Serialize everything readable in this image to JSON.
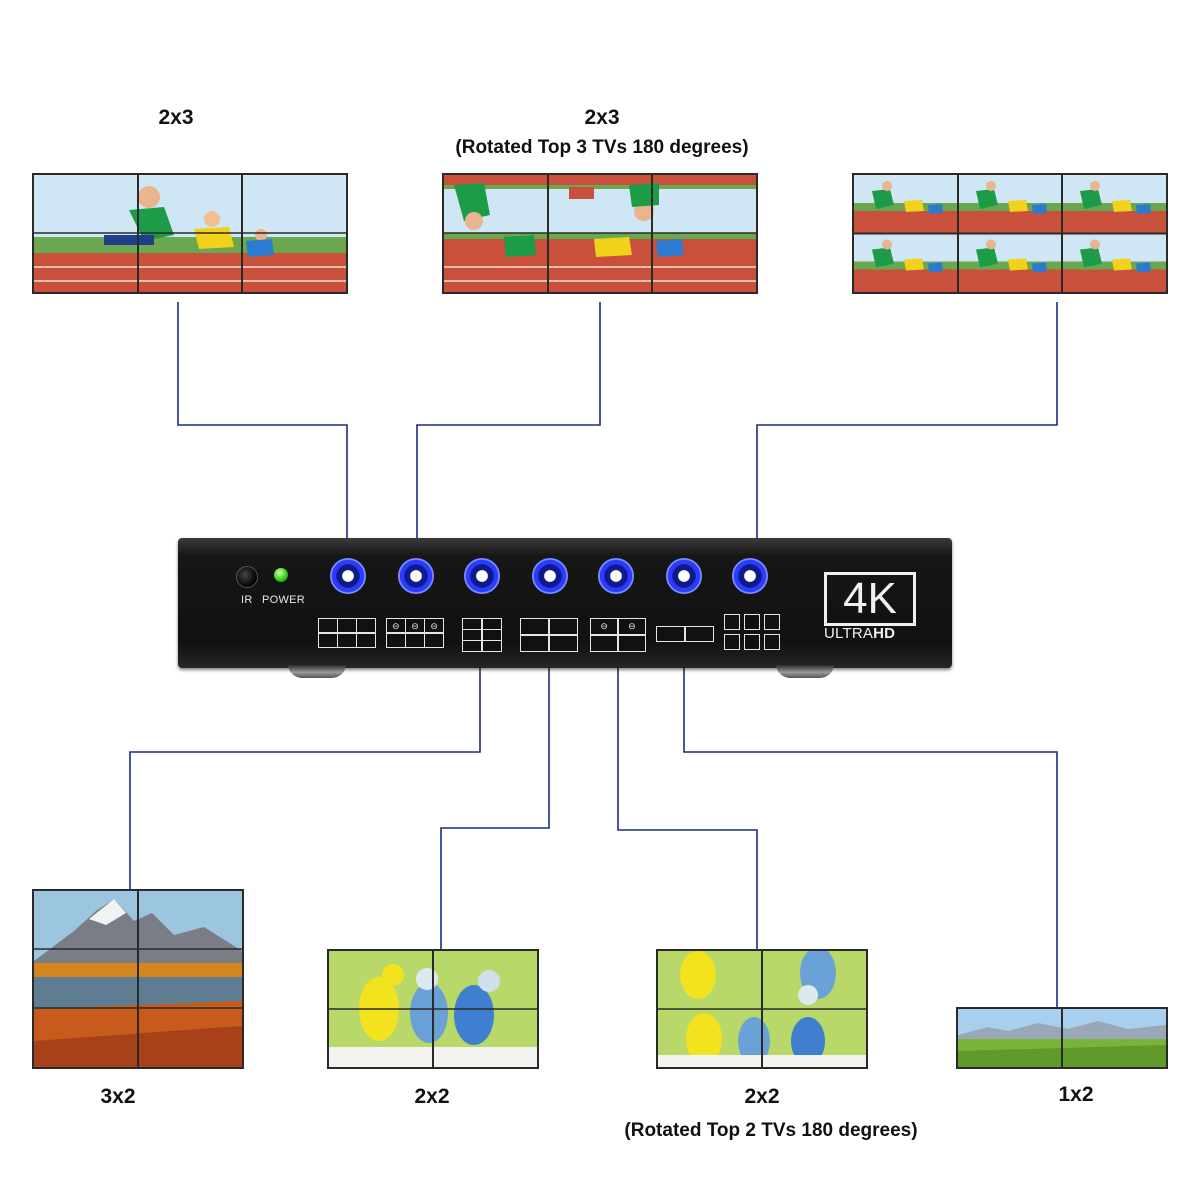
{
  "wall_layouts_top": [
    {
      "title": "2x3",
      "subtitle": ""
    },
    {
      "title": "2x3",
      "subtitle": "(Rotated Top 3 TVs 180 degrees)"
    },
    {
      "title": "",
      "subtitle": ""
    }
  ],
  "wall_layouts_bottom": [
    {
      "title": "3x2",
      "subtitle": ""
    },
    {
      "title": "2x2",
      "subtitle": ""
    },
    {
      "title": "2x2",
      "subtitle": "(Rotated Top 2 TVs 180 degrees)"
    },
    {
      "title": "1x2",
      "subtitle": ""
    }
  ],
  "device": {
    "ir_label": "IR",
    "power_label": "POWER",
    "logo_main": "4K",
    "logo_sub_regular": "ULTRA",
    "logo_sub_bold": "HD",
    "mode_button_count": 7
  },
  "colors": {
    "wire": "#1c2a8a",
    "button_ring": "#2a3cff",
    "power_led": "#36d11b",
    "device_body": "#111111"
  }
}
